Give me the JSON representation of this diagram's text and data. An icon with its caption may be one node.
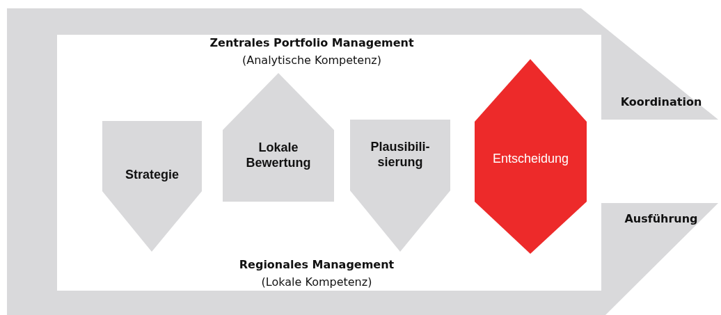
{
  "diagram": {
    "nodes": [
      {
        "text": [
          "Strategie"
        ]
      },
      {
        "text": [
          "Lokale Bewertung"
        ]
      },
      {
        "text": [
          "Plausibili- sierung"
        ]
      },
      {
        "text": [
          "Entscheidung"
        ]
      },
      {
        "text": [
          "Koordination"
        ]
      },
      {
        "text": [
          "Ausführung"
        ]
      }
    ],
    "labels": [
      "Zentrales Portfolio Management",
      "(Analytische Kompetenz)",
      "Regionales Management",
      "(Lokale Kompetenz)"
    ]
  }
}
